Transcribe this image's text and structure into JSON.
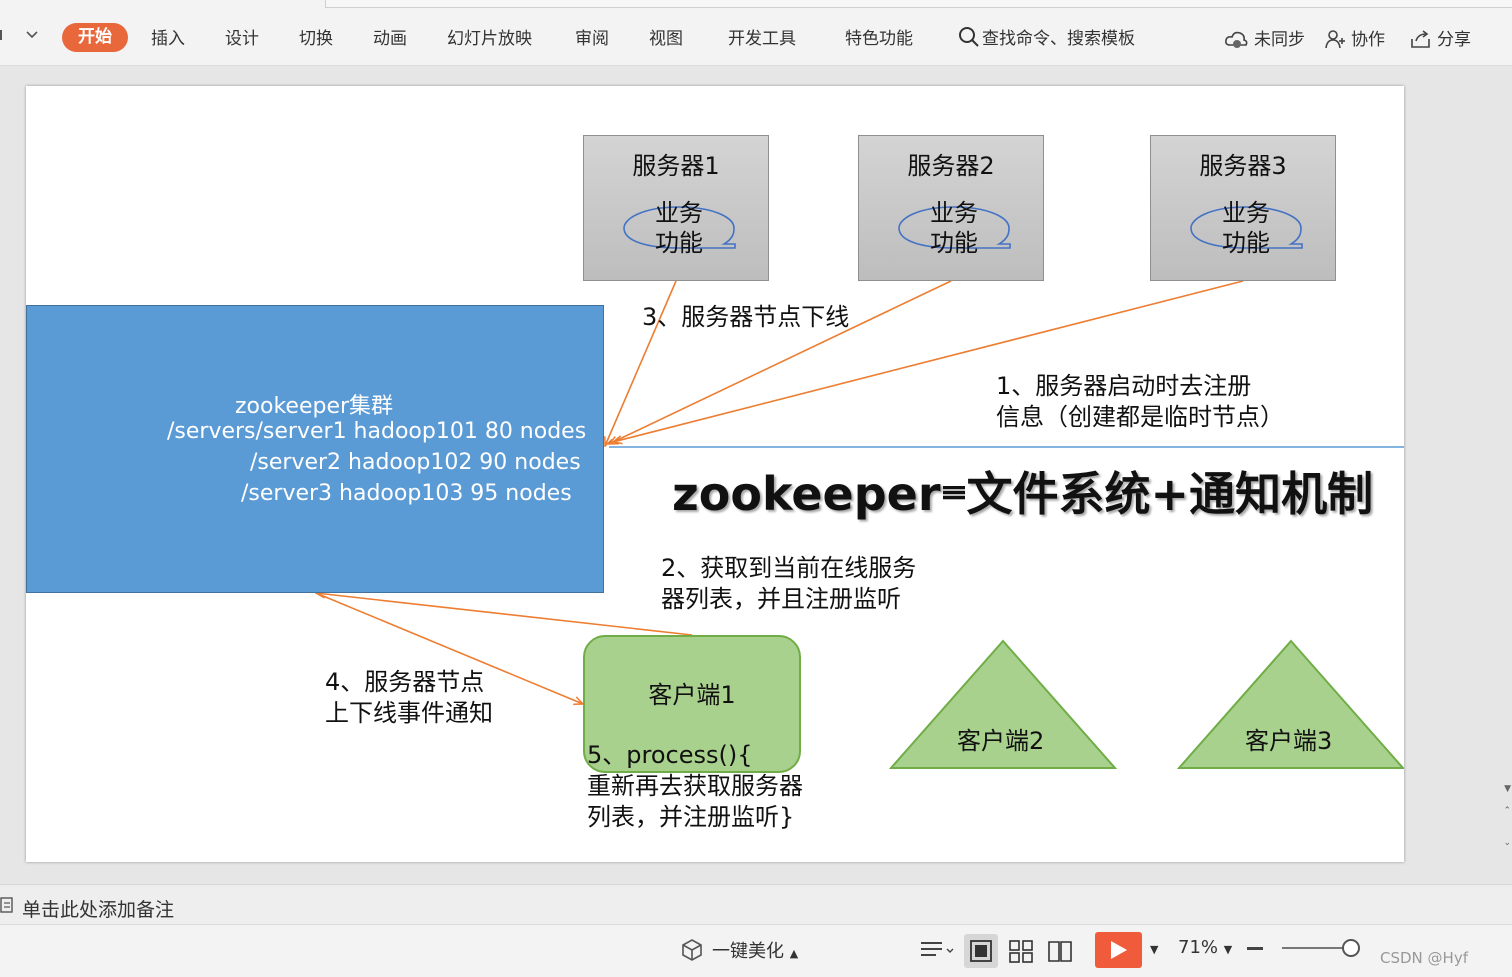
{
  "ribbon": {
    "tabs": [
      "开始",
      "插入",
      "设计",
      "切换",
      "动画",
      "幻灯片放映",
      "审阅",
      "视图",
      "开发工具",
      "特色功能"
    ],
    "search": "查找命令、搜索模板",
    "sync": "未同步",
    "collab": "协作",
    "share": "分享"
  },
  "slide": {
    "servers": [
      {
        "title": "服务器1",
        "biz_line1": "业务",
        "biz_line2": "功能"
      },
      {
        "title": "服务器2",
        "biz_line1": "业务",
        "biz_line2": "功能"
      },
      {
        "title": "服务器3",
        "biz_line1": "业务",
        "biz_line2": "功能"
      }
    ],
    "cluster": {
      "title": "zookeeper集群",
      "line1": "/servers/server1 hadoop101 80 nodes",
      "line2": "/server2 hadoop102 90 nodes",
      "line3": "/server3  hadoop103  95  nodes"
    },
    "label_offline": "3、服务器节点下线",
    "label_register_1": "1、服务器启动时去注册",
    "label_register_2": "信息（创建都是临时节点）",
    "headline_left": "zookeeper",
    "headline_right": "文件系统+通知机制",
    "label_get_list_1": "2、获取到当前在线服务",
    "label_get_list_2": "器列表，并且注册监听",
    "label_notify_1": "4、服务器节点",
    "label_notify_2": "上下线事件通知",
    "label_process_1": "5、process(){",
    "label_process_2": "重新再去获取服务器",
    "label_process_3": "列表，并注册监听}",
    "clients": [
      "客户端1",
      "客户端2",
      "客户端3"
    ]
  },
  "notes": {
    "placeholder": "单击此处添加备注"
  },
  "status": {
    "beautify": "一键美化",
    "zoom": "71%",
    "watermark": "CSDN @Hyf"
  },
  "colors": {
    "accent": "#e9683b",
    "cluster_fill": "#5b9bd5",
    "client_fill": "#a9d18e",
    "client_border": "#70ad47",
    "arrow": "#ed7d31",
    "server_fill": "#c8c8c8"
  }
}
